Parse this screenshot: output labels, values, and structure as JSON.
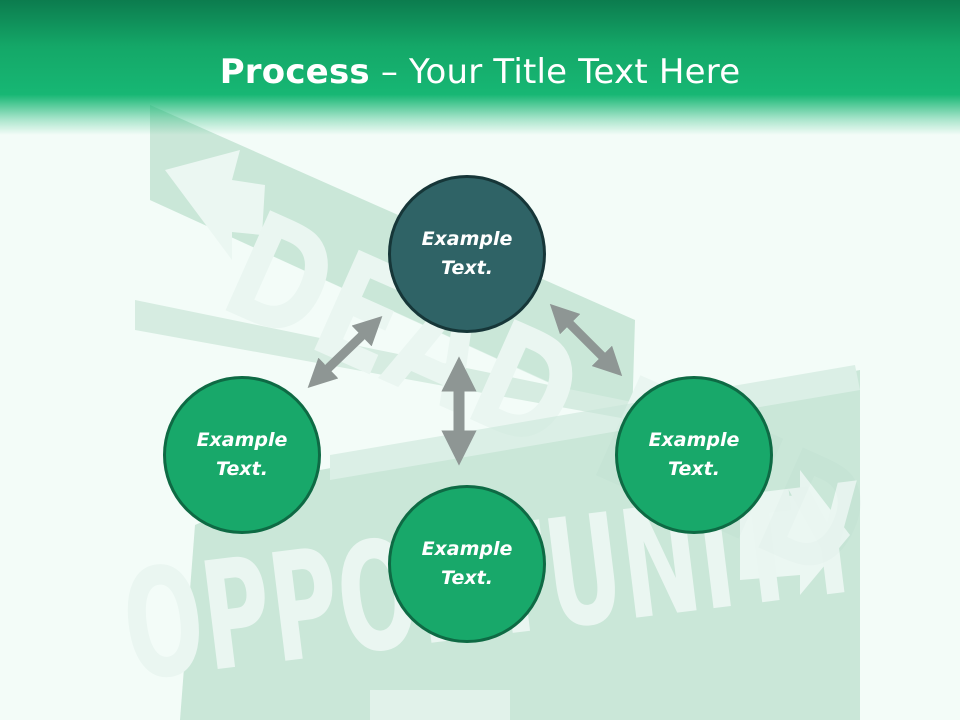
{
  "header": {
    "title_strong": "Process",
    "title_rest": " – Your Title Text Here"
  },
  "background": {
    "sign_top_text": "DEAD END",
    "sign_bottom_text": "OPPORTUNITY"
  },
  "nodes": [
    {
      "id": "top",
      "line1": "Example",
      "line2": "Text."
    },
    {
      "id": "left",
      "line1": "Example",
      "line2": "Text."
    },
    {
      "id": "right",
      "line1": "Example",
      "line2": "Text."
    },
    {
      "id": "bottom",
      "line1": "Example",
      "line2": "Text."
    }
  ],
  "colors": {
    "header_green": "#17b774",
    "node_green": "#18a86a",
    "node_teal": "#2f6366",
    "arrow_gray": "#8e9694"
  }
}
